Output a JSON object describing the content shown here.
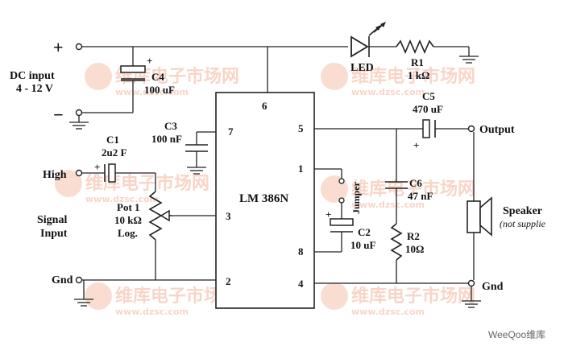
{
  "chip": {
    "name": "LM 386N",
    "pins": {
      "p2": "2",
      "p3": "3",
      "p4": "4",
      "p5": "5",
      "p6": "6",
      "p7": "7",
      "p1": "1",
      "p8": "8"
    }
  },
  "power": {
    "plus": "+",
    "minus": "−",
    "label_line1": "DC input",
    "label_line2": "4 - 12 V"
  },
  "components": {
    "c4": {
      "name": "C4",
      "value": "100 uF",
      "pol": "+"
    },
    "c3": {
      "name": "C3",
      "value": "100 nF"
    },
    "c1": {
      "name": "C1",
      "value": "2u2 F",
      "pol": "+"
    },
    "pot": {
      "name": "Pot 1",
      "value": "10 kΩ",
      "taper": "Log."
    },
    "c5": {
      "name": "C5",
      "value": "470 uF",
      "pol": "+"
    },
    "c6": {
      "name": "C6",
      "value": "47 nF"
    },
    "r2": {
      "name": "R2",
      "value": "10Ω"
    },
    "c2": {
      "name": "C2",
      "value": "10 uF",
      "pol": "+"
    },
    "jumper": {
      "name": "Jumper"
    },
    "led": {
      "name": "LED"
    },
    "r1": {
      "name": "R1",
      "value": "1 kΩ"
    },
    "speaker": {
      "name": "Speaker",
      "note": "(not supplie"
    }
  },
  "terminals": {
    "high": "High",
    "signal1": "Signal",
    "signal2": "Input",
    "gnd_left": "Gnd",
    "output": "Output",
    "gnd_right": "Gnd"
  },
  "watermark": {
    "text": "维库电子市场网",
    "url": "www.dzsc.com",
    "credit": "WeeQoo维库"
  },
  "colors": {
    "line": "#222222",
    "watermark": "#f4b49a"
  }
}
